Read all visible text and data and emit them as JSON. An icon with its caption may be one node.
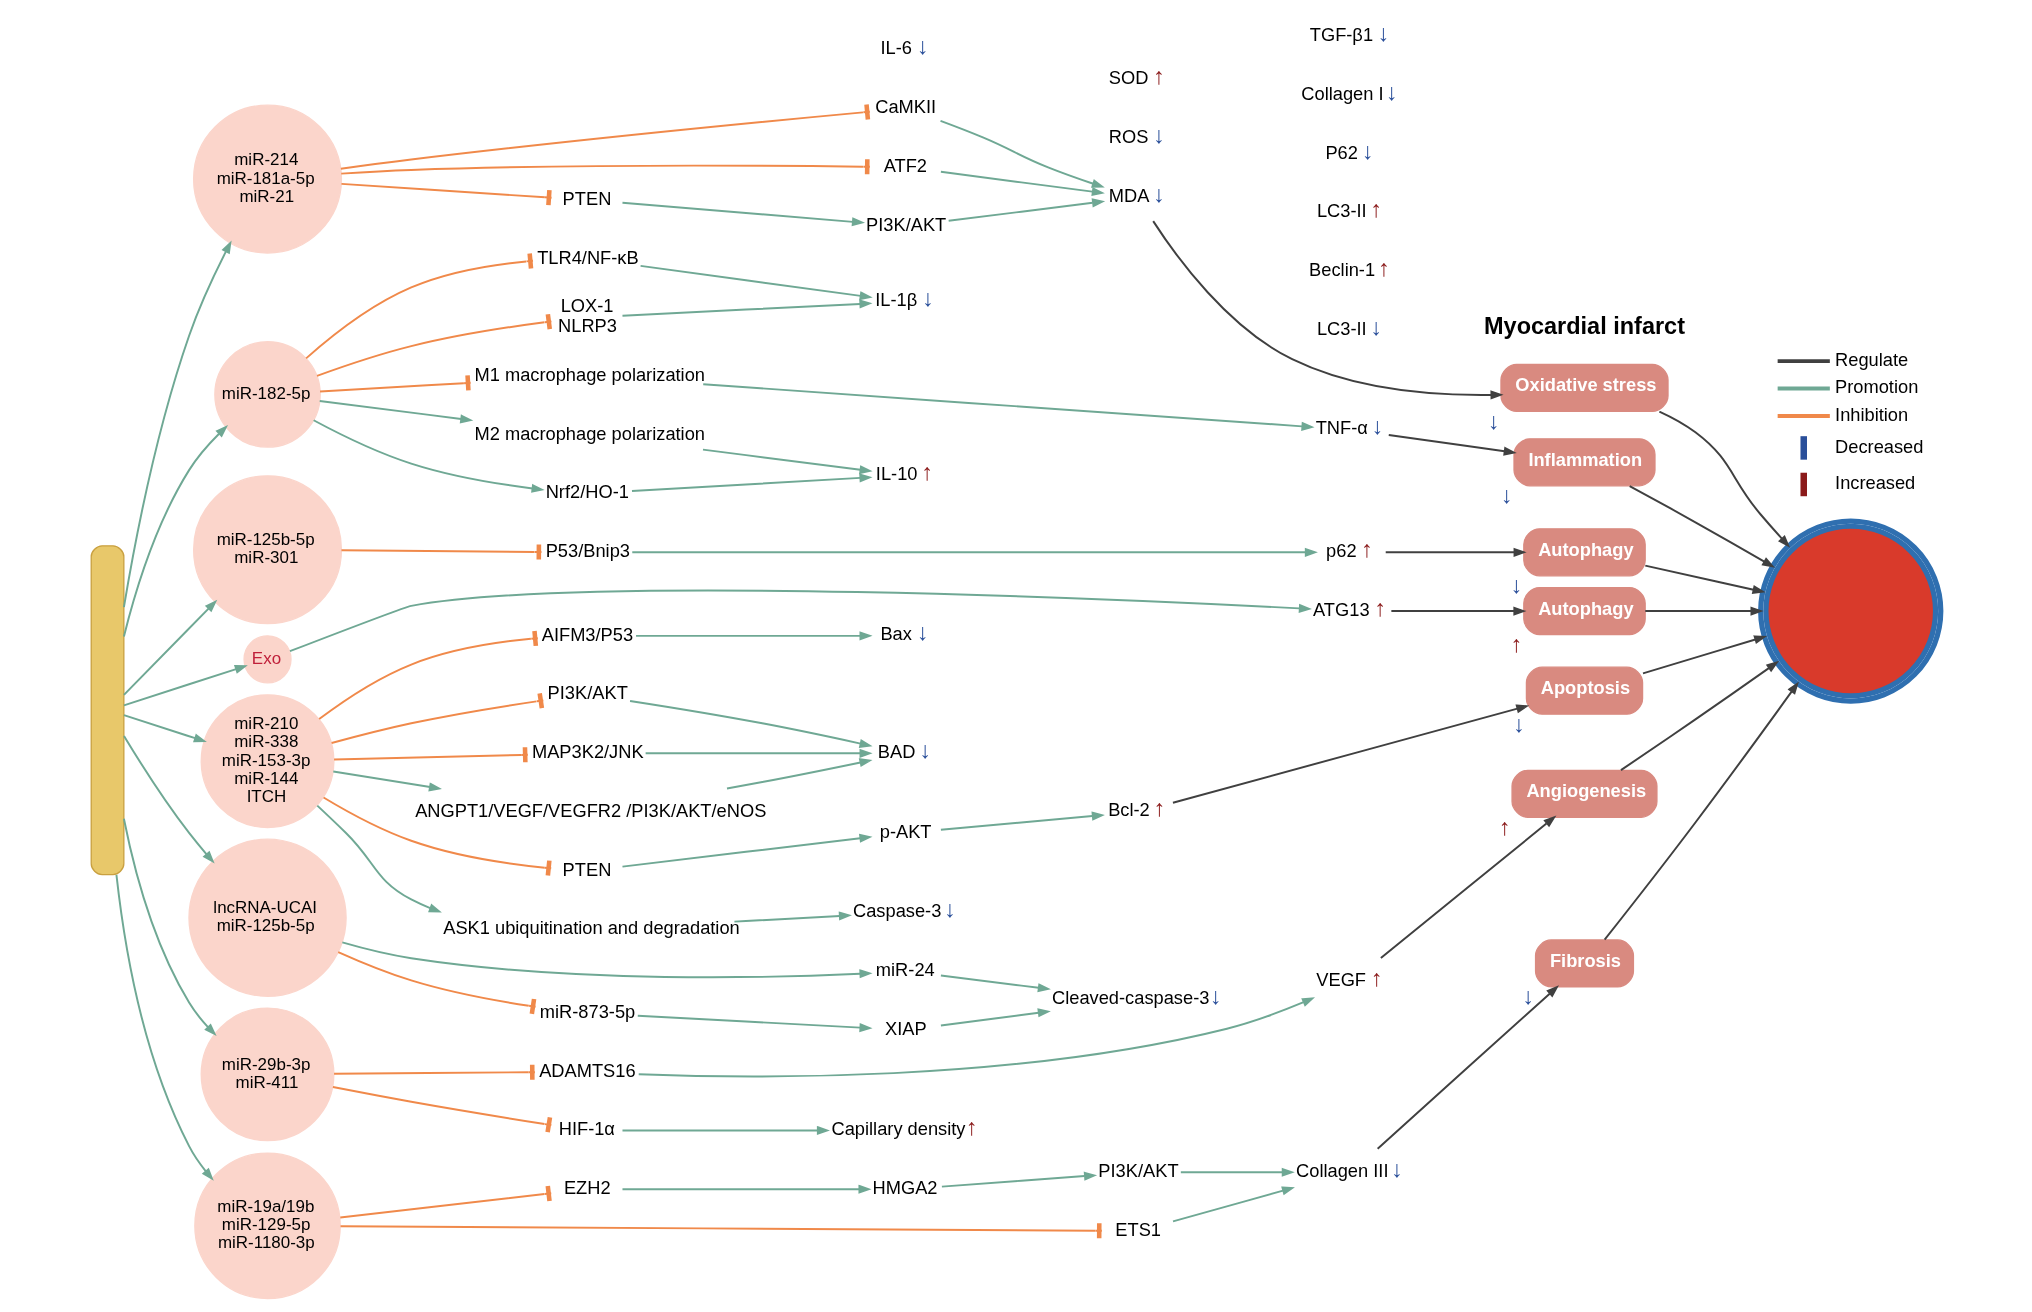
{
  "diagram": {
    "nodes": [
      {
        "text": [],
        "shape": "bar"
      },
      {
        "text": [
          "miR-214",
          "miR-181a-5p",
          "miR-21"
        ]
      },
      {
        "text": [
          "CaMKII"
        ]
      },
      {
        "text": [
          "ATF2"
        ]
      },
      {
        "text": [
          "PTEN"
        ]
      },
      {
        "text": [
          "PI3K/AKT"
        ]
      },
      {
        "text": [
          "ROS"
        ],
        "beside": [
          "↓"
        ]
      },
      {
        "text": [
          "MDA"
        ],
        "beside": [
          "↓"
        ]
      },
      {
        "text": [
          "SOD"
        ],
        "beside": [
          "↑"
        ]
      },
      {
        "text": [
          "Oxidative stress"
        ],
        "beside": [
          "↓"
        ]
      },
      {
        "text": [
          "miR-182-5p"
        ]
      },
      {
        "text": [
          "TLR4/NF-κB"
        ]
      },
      {
        "text": [
          "LOX-1",
          "NLRP3"
        ]
      },
      {
        "text": [
          "M1 macrophage polarization"
        ]
      },
      {
        "text": [
          "M2 macrophage polarization"
        ]
      },
      {
        "text": [
          "Nrf2/HO-1"
        ]
      },
      {
        "text": [
          "IL-6"
        ],
        "beside": [
          "↓"
        ]
      },
      {
        "text": [
          "IL-1β"
        ],
        "beside": [
          "↓"
        ]
      },
      {
        "text": [
          "TNF-α"
        ],
        "beside": [
          "↓"
        ]
      },
      {
        "text": [
          "IL-10"
        ],
        "beside": [
          "↑"
        ]
      },
      {
        "text": [
          "Inflammation"
        ],
        "beside": [
          "↓"
        ]
      },
      {
        "text": [
          "miR-125b-5p",
          "miR-301"
        ]
      },
      {
        "text": [
          "P53/Bnip3"
        ]
      },
      {
        "text": [
          "LC3-II"
        ],
        "beside": [
          "↓"
        ]
      },
      {
        "text": [
          "p62"
        ],
        "beside": [
          "↑"
        ]
      },
      {
        "text": [
          "Autophagy"
        ],
        "beside": [
          "↓"
        ]
      },
      {
        "text": [
          "Exo"
        ]
      },
      {
        "text": [
          "Beclin-1"
        ],
        "beside": [
          "↑"
        ]
      },
      {
        "text": [
          "ATG13"
        ],
        "beside": [
          "↑"
        ]
      },
      {
        "text": [
          "LC3-II"
        ],
        "beside": [
          "↑"
        ]
      },
      {
        "text": [
          "P62"
        ],
        "beside": [
          "↓"
        ]
      },
      {
        "text": [
          "Autophagy"
        ],
        "beside": [
          "↑"
        ]
      },
      {
        "text": [
          "miR-210",
          "miR-338",
          "miR-153-3p",
          "miR-144",
          "ITCH"
        ]
      },
      {
        "text": [
          "AIFM3/P53"
        ]
      },
      {
        "text": [
          "PI3K/AKT"
        ]
      },
      {
        "text": [
          "MAP3K2/JNK"
        ]
      },
      {
        "text": [
          "ANGPT1/VEGF/VEGFR2 /PI3K/AKT/eNOS"
        ]
      },
      {
        "text": [
          "PTEN"
        ]
      },
      {
        "text": [
          "p-AKT"
        ]
      },
      {
        "text": [
          "ASK1 ubiquitination and degradation"
        ]
      },
      {
        "text": [
          "Bax"
        ],
        "beside": [
          "↓"
        ]
      },
      {
        "text": [
          "BAD"
        ],
        "beside": [
          "↓"
        ]
      },
      {
        "text": [
          "Bcl-2"
        ],
        "beside": [
          "↑"
        ]
      },
      {
        "text": [
          "Caspase-3"
        ],
        "beside": [
          "↓"
        ]
      },
      {
        "text": [
          "Cleaved-caspase-3"
        ],
        "beside": [
          "↓"
        ]
      },
      {
        "text": [
          "Apoptosis"
        ],
        "beside": [
          "↓"
        ]
      },
      {
        "text": [
          "lncRNA-UCAI",
          "miR-125b-5p"
        ]
      },
      {
        "text": [
          "miR-24"
        ]
      },
      {
        "text": [
          "miR-873-5p"
        ]
      },
      {
        "text": [
          "XIAP"
        ]
      },
      {
        "text": [
          "miR-29b-3p",
          "miR-411"
        ]
      },
      {
        "text": [
          "ADAMTS16"
        ]
      },
      {
        "text": [
          "HIF-1α"
        ]
      },
      {
        "text": [
          "VEGF"
        ],
        "beside": [
          "↑"
        ]
      },
      {
        "text": [
          "Capillary density"
        ],
        "beside": [
          "↑"
        ]
      },
      {
        "text": [
          "Angiogenesis"
        ],
        "beside": [
          "↑"
        ]
      },
      {
        "text": [
          "miR-19a/19b",
          "miR-129-5p",
          "miR-1180-3p"
        ]
      },
      {
        "text": [
          "EZH2"
        ]
      },
      {
        "text": [
          "HMGA2"
        ]
      },
      {
        "text": [
          "PI3K/AKT"
        ]
      },
      {
        "text": [
          "ETS1"
        ]
      },
      {
        "text": [
          "Collagen I"
        ],
        "beside": [
          "↓"
        ]
      },
      {
        "text": [
          "Collagen III"
        ],
        "beside": [
          "↓"
        ]
      },
      {
        "text": [
          "TGF-β1"
        ],
        "beside": [
          "↓"
        ]
      },
      {
        "text": [
          "Fibrosis"
        ],
        "beside": [
          "↓"
        ]
      },
      {
        "text": [],
        "shape": "picture"
      }
    ],
    "edges": [
      {
        "from": 0,
        "to": 1,
        "arrow": "to"
      },
      {
        "from": 0,
        "to": 10,
        "arrow": "to"
      },
      {
        "from": 0,
        "to": 21,
        "arrow": "to"
      },
      {
        "from": 0,
        "to": 26,
        "arrow": "to"
      },
      {
        "from": 0,
        "to": 32,
        "arrow": "to"
      },
      {
        "from": 0,
        "to": 46,
        "arrow": "to"
      },
      {
        "from": 0,
        "to": 50,
        "arrow": "to"
      },
      {
        "from": 0,
        "to": 56,
        "arrow": "to"
      },
      {
        "from": 1,
        "to": 2,
        "arrow": "other",
        "color": "#f0894a"
      },
      {
        "from": 1,
        "to": 3,
        "arrow": "other",
        "color": "#f0894a"
      },
      {
        "from": 1,
        "to": 4,
        "arrow": "other",
        "color": "#f0894a"
      },
      {
        "from": 4,
        "to": 5,
        "arrow": "to"
      },
      {
        "from": 2,
        "to": 7,
        "arrow": "to"
      },
      {
        "from": 3,
        "to": 7,
        "arrow": "to"
      },
      {
        "from": 5,
        "to": 7,
        "arrow": "to"
      },
      {
        "from": 7,
        "to": 9,
        "arrow": "to",
        "color": "#404040"
      },
      {
        "from": 10,
        "to": 11,
        "arrow": "other",
        "color": "#f0894a"
      },
      {
        "from": 10,
        "to": 12,
        "arrow": "other",
        "color": "#f0894a"
      },
      {
        "from": 10,
        "to": 13,
        "arrow": "other",
        "color": "#f0894a"
      },
      {
        "from": 10,
        "to": 14,
        "arrow": "to"
      },
      {
        "from": 10,
        "to": 15,
        "arrow": "to"
      },
      {
        "from": 11,
        "to": 17,
        "arrow": "to"
      },
      {
        "from": 12,
        "to": 17,
        "arrow": "to"
      },
      {
        "from": 13,
        "to": 18,
        "arrow": "to"
      },
      {
        "from": 14,
        "to": 19,
        "arrow": "to"
      },
      {
        "from": 15,
        "to": 19,
        "arrow": "to"
      },
      {
        "from": 18,
        "to": 20,
        "arrow": "to",
        "color": "#404040"
      },
      {
        "from": 21,
        "to": 22,
        "arrow": "other",
        "color": "#f0894a"
      },
      {
        "from": 22,
        "to": 24,
        "arrow": "to"
      },
      {
        "from": 24,
        "to": 25,
        "arrow": "to",
        "color": "#404040"
      },
      {
        "from": 26,
        "to": 28,
        "arrow": "to"
      },
      {
        "from": 28,
        "to": 31,
        "arrow": "to",
        "color": "#404040"
      },
      {
        "from": 32,
        "to": 33,
        "arrow": "other",
        "color": "#f0894a"
      },
      {
        "from": 32,
        "to": 34,
        "arrow": "other",
        "color": "#f0894a"
      },
      {
        "from": 32,
        "to": 35,
        "arrow": "other",
        "color": "#f0894a"
      },
      {
        "from": 32,
        "to": 36,
        "arrow": "to"
      },
      {
        "from": 32,
        "to": 37,
        "arrow": "other",
        "color": "#f0894a"
      },
      {
        "from": 37,
        "to": 38,
        "arrow": "to"
      },
      {
        "from": 32,
        "to": 39,
        "arrow": "to"
      },
      {
        "from": 33,
        "to": 40,
        "arrow": "to"
      },
      {
        "from": 34,
        "to": 41,
        "arrow": "to"
      },
      {
        "from": 35,
        "to": 41,
        "arrow": "to"
      },
      {
        "from": 36,
        "to": 41,
        "arrow": "to"
      },
      {
        "from": 38,
        "to": 42,
        "arrow": "to"
      },
      {
        "from": 39,
        "to": 43,
        "arrow": "to"
      },
      {
        "from": 42,
        "to": 45,
        "arrow": "to",
        "color": "#404040"
      },
      {
        "from": 46,
        "to": 47,
        "arrow": "to"
      },
      {
        "from": 46,
        "to": 48,
        "arrow": "other",
        "color": "#f0894a"
      },
      {
        "from": 48,
        "to": 49,
        "arrow": "to"
      },
      {
        "from": 47,
        "to": 44,
        "arrow": "to"
      },
      {
        "from": 49,
        "to": 44,
        "arrow": "to"
      },
      {
        "from": 50,
        "to": 51,
        "arrow": "other",
        "color": "#f0894a"
      },
      {
        "from": 50,
        "to": 52,
        "arrow": "other",
        "color": "#f0894a"
      },
      {
        "from": 51,
        "to": 53,
        "arrow": "to"
      },
      {
        "from": 52,
        "to": 54,
        "arrow": "to"
      },
      {
        "from": 53,
        "to": 55,
        "arrow": "to",
        "color": "#404040"
      },
      {
        "from": 56,
        "to": 57,
        "arrow": "other",
        "color": "#f0894a"
      },
      {
        "from": 57,
        "to": 58,
        "arrow": "to"
      },
      {
        "from": 58,
        "to": 59,
        "arrow": "to"
      },
      {
        "from": 56,
        "to": 60,
        "arrow": "other",
        "color": "#f0894a"
      },
      {
        "from": 59,
        "to": 62,
        "arrow": "to"
      },
      {
        "from": 60,
        "to": 62,
        "arrow": "to"
      },
      {
        "from": 62,
        "to": 64,
        "arrow": "to",
        "color": "#404040"
      },
      {
        "from": 9,
        "to": 65,
        "arrow": "to",
        "color": "#404040"
      },
      {
        "from": 20,
        "to": 65,
        "arrow": "to",
        "color": "#404040"
      },
      {
        "from": 25,
        "to": 65,
        "arrow": "to",
        "color": "#404040"
      },
      {
        "from": 31,
        "to": 65,
        "arrow": "to",
        "color": "#404040"
      },
      {
        "from": 45,
        "to": 65,
        "arrow": "to",
        "color": "#404040"
      },
      {
        "from": 55,
        "to": 65,
        "arrow": "to",
        "color": "#404040"
      },
      {
        "from": 64,
        "to": 65,
        "arrow": "to",
        "color": "#404040"
      }
    ],
    "labels": [
      "Myocardial infarct"
    ],
    "legend": [
      {
        "text": "Regulate"
      },
      {
        "text": "Promotion"
      },
      {
        "text": "Inhibition"
      },
      {
        "text": "Decreased"
      },
      {
        "text": "Increased"
      }
    ]
  }
}
